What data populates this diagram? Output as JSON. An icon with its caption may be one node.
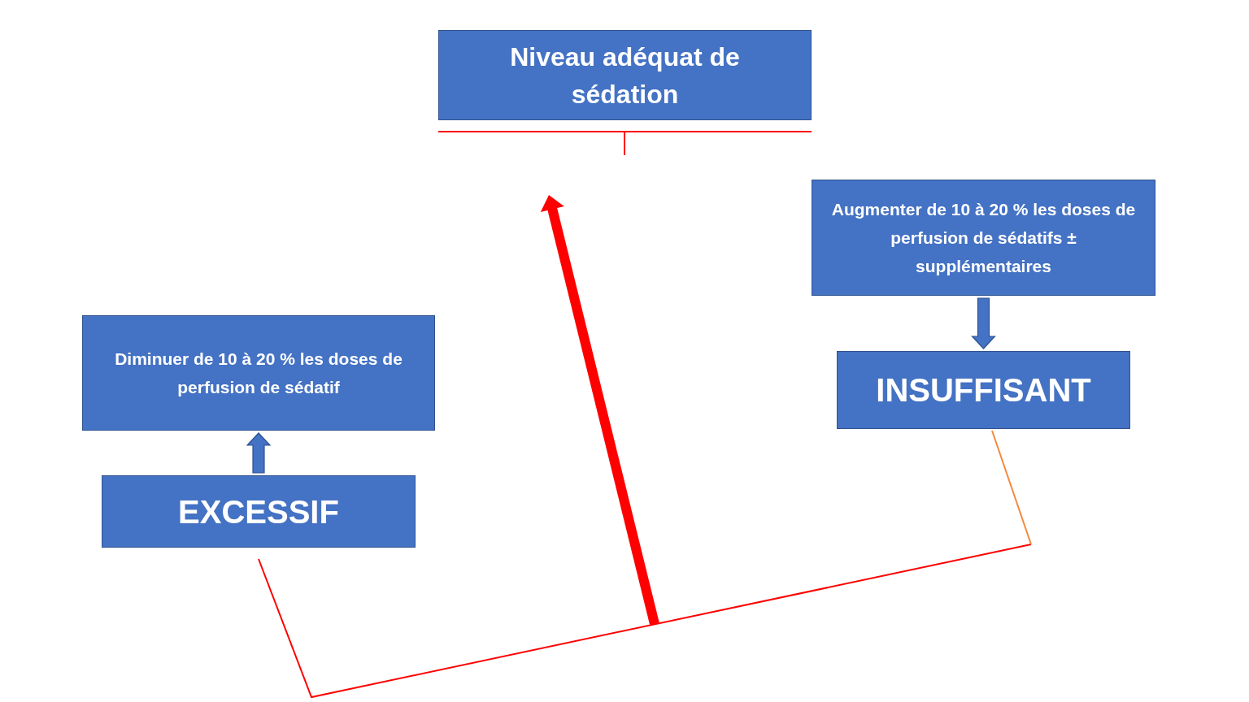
{
  "diagram": {
    "nodes": [
      {
        "text": [
          "Niveau adéquat de sédation"
        ]
      },
      {
        "text": [
          "Augmenter de 10 à 20 % les doses de perfusion de sédatifs ± supplémentaires"
        ]
      },
      {
        "text": [
          "Diminuer de 10 à 20 % les doses de perfusion de sédatif"
        ]
      },
      {
        "text": [
          "INSUFFISANT"
        ]
      },
      {
        "text": [
          "EXCESSIF"
        ]
      }
    ],
    "edges": [
      {
        "from": 4,
        "to": 2,
        "arrow": "to"
      },
      {
        "from": 1,
        "to": 3,
        "arrow": "to"
      }
    ]
  }
}
